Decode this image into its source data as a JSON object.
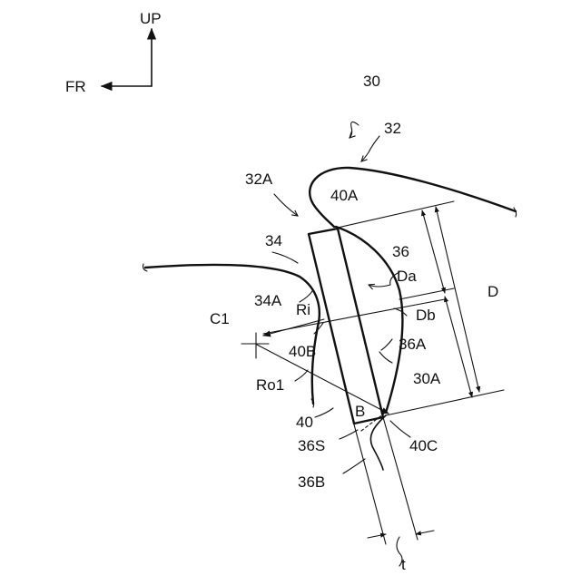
{
  "labels": {
    "up": "UP",
    "fr": "FR",
    "n30": "30",
    "n32": "32",
    "n32A": "32A",
    "n40A": "40A",
    "n34": "34",
    "n36": "36",
    "Da": "Da",
    "D": "D",
    "n34A": "34A",
    "Ri": "Ri",
    "Db": "Db",
    "C1": "C1",
    "n36A": "36A",
    "n40B": "40B",
    "n30A": "30A",
    "Ro1": "Ro1",
    "B": "B",
    "n40": "40",
    "n36S": "36S",
    "n40C": "40C",
    "n36B": "36B",
    "t": "t"
  },
  "colors": {
    "ink": "#111111",
    "background": "#ffffff"
  }
}
